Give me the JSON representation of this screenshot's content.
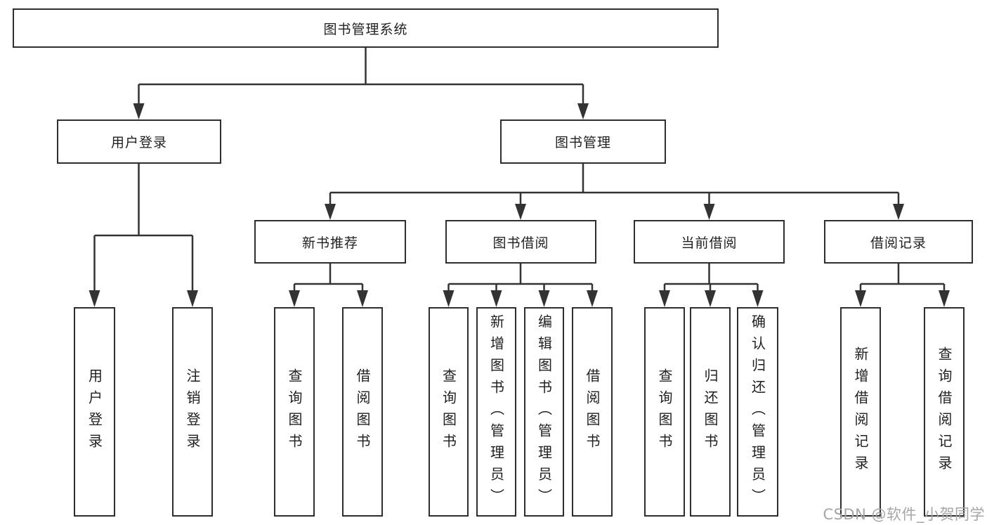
{
  "diagram": {
    "root": {
      "label": "图书管理系统"
    },
    "level2": [
      {
        "label": "用户登录"
      },
      {
        "label": "图书管理"
      }
    ],
    "level3": [
      {
        "label": "新书推荐"
      },
      {
        "label": "图书借阅"
      },
      {
        "label": "当前借阅"
      },
      {
        "label": "借阅记录"
      }
    ],
    "leaves": {
      "user_login": [
        {
          "label": "用户登录"
        },
        {
          "label": "注销登录"
        }
      ],
      "new_book": [
        {
          "label": "查询图书"
        },
        {
          "label": "借阅图书"
        }
      ],
      "book_borrow": [
        {
          "label": "查询图书"
        },
        {
          "label": "新增图书（管理员）"
        },
        {
          "label": "编辑图书（管理员）"
        },
        {
          "label": "借阅图书"
        }
      ],
      "current_borrow": [
        {
          "label": "查询图书"
        },
        {
          "label": "归还图书"
        },
        {
          "label": "确认归还（管理员）"
        }
      ],
      "borrow_record": [
        {
          "label": "新增借阅记录"
        },
        {
          "label": "查询借阅记录"
        }
      ]
    },
    "watermark": "CSDN @软件_小贺同学",
    "colors": {
      "line": "#333333",
      "border": "#2e2e2e",
      "text": "#1f1f1f",
      "watermark": "#a6a6a6",
      "background": "#ffffff"
    }
  }
}
